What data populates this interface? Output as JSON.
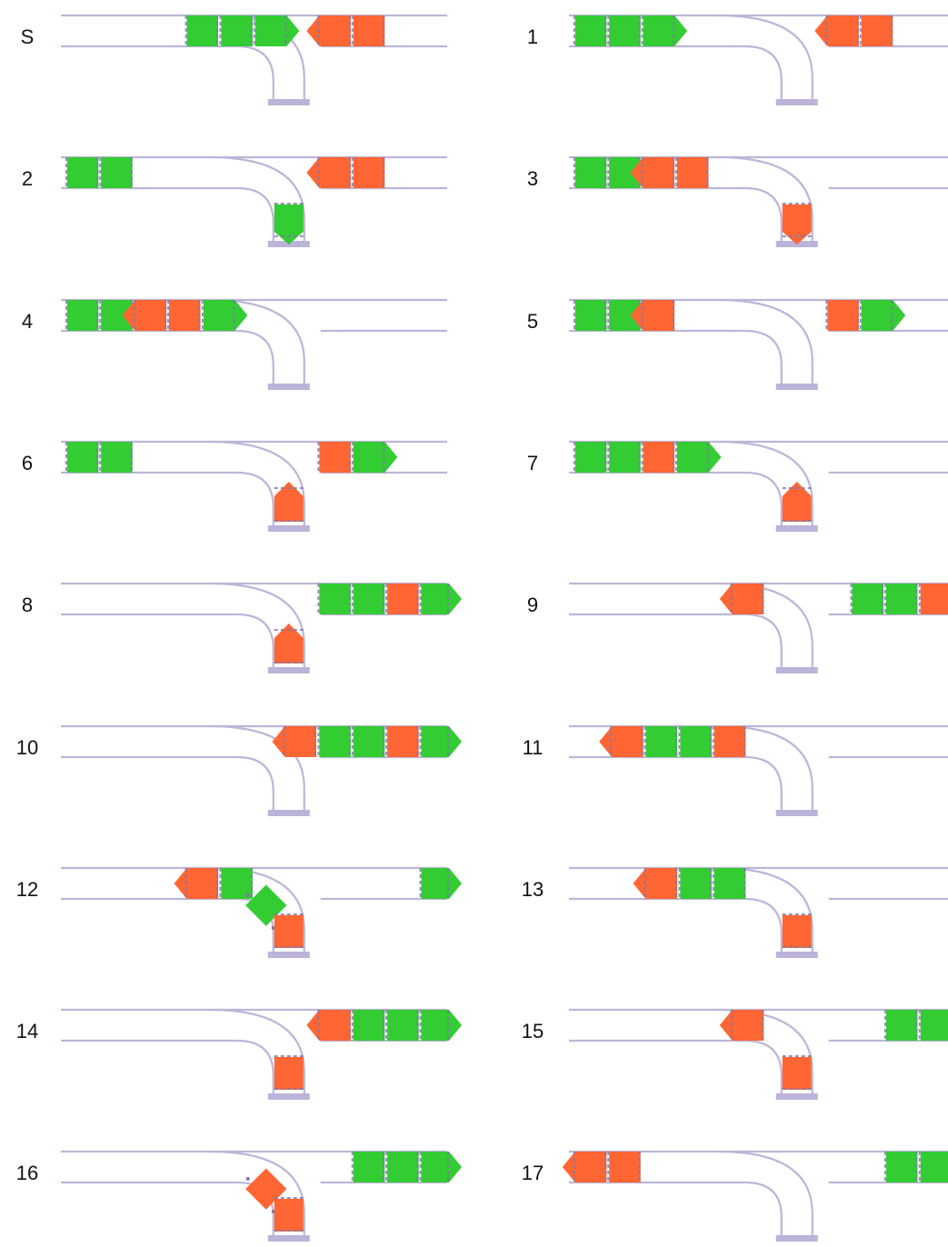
{
  "colors": {
    "track": "#bdb6d8",
    "buffer": "#bcb3d9",
    "green": "#33cc33",
    "orange": "#ff6633",
    "coupling": "#7f78a8"
  },
  "panels": [
    {
      "label": "S",
      "cars": [
        {
          "c": "green",
          "x": 0.326
        },
        {
          "c": "green",
          "x": 0.415
        },
        {
          "c": "green",
          "x": 0.503,
          "arrow": "right"
        },
        {
          "c": "orange",
          "x": 0.669,
          "arrow": "left"
        },
        {
          "c": "orange",
          "x": 0.757
        }
      ]
    },
    {
      "label": "1",
      "cars": [
        {
          "c": "green",
          "x": 0.016
        },
        {
          "c": "green",
          "x": 0.104
        },
        {
          "c": "green",
          "x": 0.192,
          "arrow": "right"
        },
        {
          "c": "orange",
          "x": 0.669,
          "arrow": "left"
        },
        {
          "c": "orange",
          "x": 0.757
        }
      ]
    },
    {
      "label": "2",
      "cars": [
        {
          "c": "green",
          "x": 0.016
        },
        {
          "c": "green",
          "x": 0.104
        },
        {
          "c": "green",
          "spur": true,
          "arrow": "down"
        },
        {
          "c": "orange",
          "x": 0.669,
          "arrow": "left"
        },
        {
          "c": "orange",
          "x": 0.757
        }
      ]
    },
    {
      "label": "3",
      "cars": [
        {
          "c": "green",
          "x": 0.016
        },
        {
          "c": "green",
          "x": 0.104
        },
        {
          "c": "orange",
          "x": 0.192,
          "arrow": "left"
        },
        {
          "c": "orange",
          "x": 0.28
        },
        {
          "c": "orange",
          "spur": true,
          "arrow": "down"
        }
      ]
    },
    {
      "label": "4",
      "cars": [
        {
          "c": "green",
          "x": 0.016
        },
        {
          "c": "green",
          "x": 0.104
        },
        {
          "c": "orange",
          "x": 0.192,
          "arrow": "left"
        },
        {
          "c": "orange",
          "x": 0.28
        },
        {
          "c": "green",
          "x": 0.369,
          "arrow": "right"
        }
      ]
    },
    {
      "label": "5",
      "cars": [
        {
          "c": "green",
          "x": 0.016
        },
        {
          "c": "green",
          "x": 0.104
        },
        {
          "c": "orange",
          "x": 0.192,
          "arrow": "left"
        },
        {
          "c": "orange",
          "x": 0.669
        },
        {
          "c": "green",
          "x": 0.757,
          "arrow": "right"
        }
      ]
    },
    {
      "label": "6",
      "cars": [
        {
          "c": "green",
          "x": 0.016
        },
        {
          "c": "green",
          "x": 0.104
        },
        {
          "c": "orange",
          "spur": true,
          "arrow": "up"
        },
        {
          "c": "orange",
          "x": 0.669
        },
        {
          "c": "green",
          "x": 0.757,
          "arrow": "right"
        }
      ]
    },
    {
      "label": "7",
      "cars": [
        {
          "c": "green",
          "x": 0.016
        },
        {
          "c": "green",
          "x": 0.104
        },
        {
          "c": "orange",
          "x": 0.192
        },
        {
          "c": "green",
          "x": 0.28,
          "arrow": "right"
        },
        {
          "c": "orange",
          "spur": true,
          "arrow": "up"
        }
      ]
    },
    {
      "label": "8",
      "cars": [
        {
          "c": "orange",
          "spur": true,
          "arrow": "up"
        },
        {
          "c": "green",
          "x": 0.669
        },
        {
          "c": "green",
          "x": 0.757
        },
        {
          "c": "orange",
          "x": 0.845
        },
        {
          "c": "green",
          "x": 0.933,
          "arrow": "right"
        }
      ]
    },
    {
      "label": "9",
      "cars": [
        {
          "c": "orange",
          "x": 0.423,
          "arrow": "left"
        },
        {
          "c": "green",
          "x": 0.733
        },
        {
          "c": "green",
          "x": 0.821
        },
        {
          "c": "orange",
          "x": 0.91
        },
        {
          "c": "green",
          "x": 0.998
        }
      ]
    },
    {
      "label": "10",
      "cars": [
        {
          "c": "orange",
          "x": 0.58,
          "arrow": "left"
        },
        {
          "c": "green",
          "x": 0.669
        },
        {
          "c": "green",
          "x": 0.757
        },
        {
          "c": "orange",
          "x": 0.845
        },
        {
          "c": "green",
          "x": 0.933,
          "arrow": "right"
        }
      ]
    },
    {
      "label": "11",
      "cars": [
        {
          "c": "orange",
          "x": 0.111,
          "arrow": "left"
        },
        {
          "c": "green",
          "x": 0.199
        },
        {
          "c": "green",
          "x": 0.288
        },
        {
          "c": "orange",
          "x": 0.376
        },
        {
          "c": "green",
          "x": 0.998
        }
      ]
    },
    {
      "label": "12",
      "cars": [
        {
          "c": "orange",
          "x": 0.326,
          "arrow": "left"
        },
        {
          "c": "green",
          "x": 0.415
        },
        {
          "c": "green",
          "bend": true
        },
        {
          "c": "orange",
          "spur": true
        },
        {
          "c": "green",
          "x": 0.933,
          "arrow": "right"
        }
      ]
    },
    {
      "label": "13",
      "cars": [
        {
          "c": "orange",
          "x": 0.199,
          "arrow": "left"
        },
        {
          "c": "green",
          "x": 0.288
        },
        {
          "c": "green",
          "x": 0.376
        },
        {
          "c": "orange",
          "spur": true
        },
        {
          "c": "green",
          "x": 0.998
        }
      ]
    },
    {
      "label": "14",
      "cars": [
        {
          "c": "orange",
          "spur": true
        },
        {
          "c": "orange",
          "x": 0.669,
          "arrow": "left"
        },
        {
          "c": "green",
          "x": 0.757
        },
        {
          "c": "green",
          "x": 0.845
        },
        {
          "c": "green",
          "x": 0.933,
          "arrow": "right"
        }
      ]
    },
    {
      "label": "15",
      "cars": [
        {
          "c": "orange",
          "x": 0.423,
          "arrow": "left"
        },
        {
          "c": "orange",
          "spur": true
        },
        {
          "c": "green",
          "x": 0.821
        },
        {
          "c": "green",
          "x": 0.91
        },
        {
          "c": "green",
          "x": 0.998
        }
      ]
    },
    {
      "label": "16",
      "cars": [
        {
          "c": "orange",
          "bend": true
        },
        {
          "c": "orange",
          "spur": true
        },
        {
          "c": "green",
          "x": 0.757
        },
        {
          "c": "green",
          "x": 0.845
        },
        {
          "c": "green",
          "x": 0.933,
          "arrow": "right"
        }
      ]
    },
    {
      "label": "17",
      "cars": [
        {
          "c": "orange",
          "x": 0.016,
          "arrow": "left"
        },
        {
          "c": "orange",
          "x": 0.104
        },
        {
          "c": "green",
          "x": 0.821
        },
        {
          "c": "green",
          "x": 0.91
        },
        {
          "c": "green",
          "x": 0.998
        }
      ]
    }
  ]
}
